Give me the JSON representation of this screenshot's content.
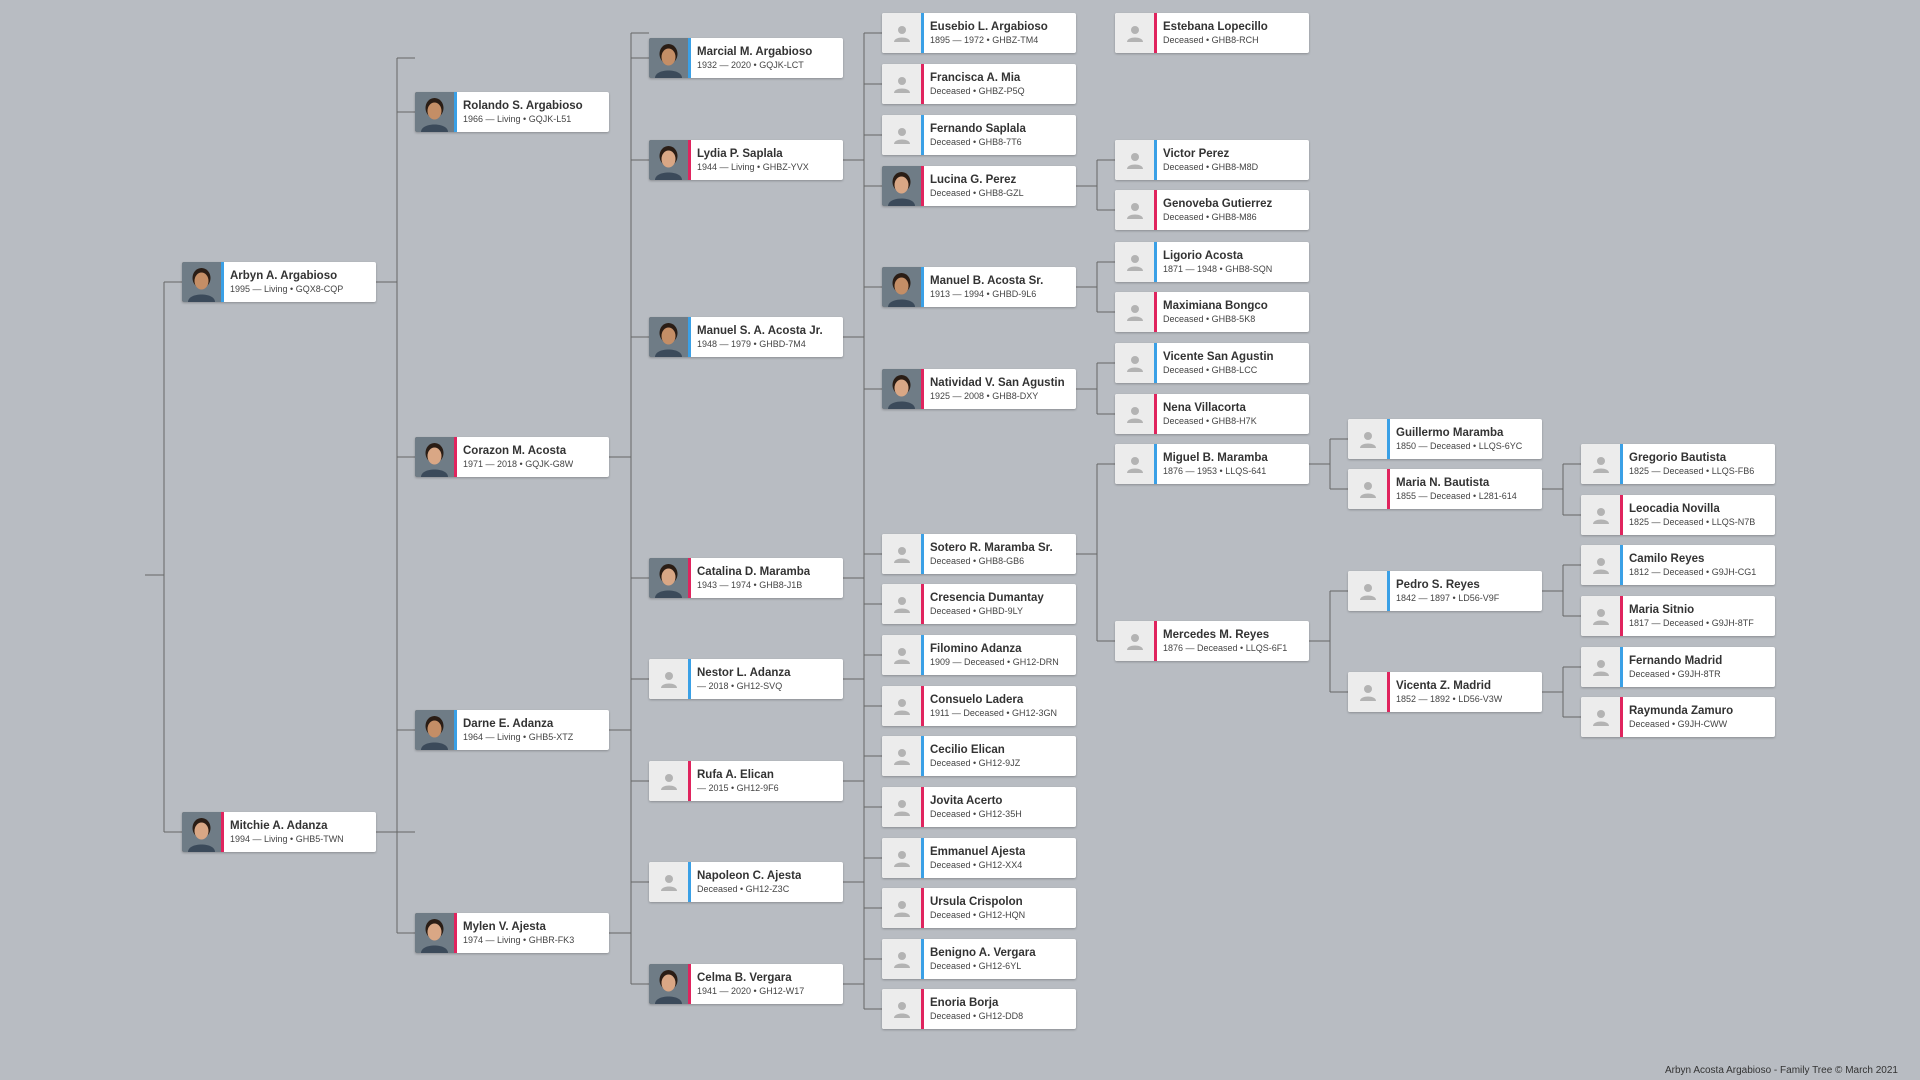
{
  "footer": "Arbyn Acosta Argabioso - Family Tree © March 2021",
  "colors": {
    "male": "#3aa0e6",
    "female": "#e0245e",
    "background": "#b8bcc2"
  },
  "people": [
    {
      "id": "p1",
      "name": "Arbyn A. Argabioso",
      "dates": "1995 — Living • GQX8-CQP",
      "sex": "male",
      "photo": true
    },
    {
      "id": "p2",
      "name": "Rolando S. Argabioso",
      "dates": "1966 — Living • GQJK-L51",
      "sex": "male",
      "photo": true
    },
    {
      "id": "p3",
      "name": "Mitchie A. Adanza",
      "dates": "1994 — Living • GHB5-TWN",
      "sex": "female",
      "photo": true
    },
    {
      "id": "p4",
      "name": "Corazon M. Acosta",
      "dates": "1971 — 2018 • GQJK-G8W",
      "sex": "female",
      "photo": true
    },
    {
      "id": "p5",
      "name": "Darne E. Adanza",
      "dates": "1964 — Living • GHB5-XTZ",
      "sex": "male",
      "photo": true
    },
    {
      "id": "p6",
      "name": "Mylen V. Ajesta",
      "dates": "1974 — Living • GHBR-FK3",
      "sex": "female",
      "photo": true
    },
    {
      "id": "p7",
      "name": "Marcial M. Argabioso",
      "dates": "1932 — 2020 • GQJK-LCT",
      "sex": "male",
      "photo": true
    },
    {
      "id": "p8",
      "name": "Lydia P. Saplala",
      "dates": "1944 — Living • GHBZ-YVX",
      "sex": "female",
      "photo": true
    },
    {
      "id": "p9",
      "name": "Manuel S. A. Acosta Jr.",
      "dates": "1948 — 1979 • GHBD-7M4",
      "sex": "male",
      "photo": true
    },
    {
      "id": "p10",
      "name": "Catalina D. Maramba",
      "dates": "1943 — 1974 • GHB8-J1B",
      "sex": "female",
      "photo": true
    },
    {
      "id": "p11",
      "name": "Nestor L. Adanza",
      "dates": "— 2018 • GH12-SVQ",
      "sex": "male",
      "photo": false
    },
    {
      "id": "p12",
      "name": "Rufa A. Elican",
      "dates": "— 2015 • GH12-9F6",
      "sex": "female",
      "photo": false
    },
    {
      "id": "p13",
      "name": "Napoleon C. Ajesta",
      "dates": "Deceased • GH12-Z3C",
      "sex": "male",
      "photo": false
    },
    {
      "id": "p14",
      "name": "Celma B. Vergara",
      "dates": "1941 — 2020 • GH12-W17",
      "sex": "female",
      "photo": true
    },
    {
      "id": "p15",
      "name": "Eusebio L. Argabioso",
      "dates": "1895 — 1972 • GHBZ-TM4",
      "sex": "male",
      "photo": false
    },
    {
      "id": "p16",
      "name": "Francisca A. Mia",
      "dates": "Deceased • GHBZ-P5Q",
      "sex": "female",
      "photo": false
    },
    {
      "id": "p17",
      "name": "Fernando Saplala",
      "dates": "Deceased • GHB8-7T6",
      "sex": "male",
      "photo": false
    },
    {
      "id": "p18",
      "name": "Lucina G. Perez",
      "dates": "Deceased • GHB8-GZL",
      "sex": "female",
      "photo": true
    },
    {
      "id": "p19",
      "name": "Manuel B. Acosta Sr.",
      "dates": "1913 — 1994 • GHBD-9L6",
      "sex": "male",
      "photo": true
    },
    {
      "id": "p20",
      "name": "Natividad V. San Agustin",
      "dates": "1925 — 2008 • GHB8-DXY",
      "sex": "female",
      "photo": true
    },
    {
      "id": "p21",
      "name": "Sotero R. Maramba Sr.",
      "dates": "Deceased • GHB8-GB6",
      "sex": "male",
      "photo": false
    },
    {
      "id": "p22",
      "name": "Cresencia Dumantay",
      "dates": "Deceased • GHBD-9LY",
      "sex": "female",
      "photo": false
    },
    {
      "id": "p23",
      "name": "Filomino Adanza",
      "dates": "1909 — Deceased • GH12-DRN",
      "sex": "male",
      "photo": false
    },
    {
      "id": "p24",
      "name": "Consuelo Ladera",
      "dates": "1911 — Deceased • GH12-3GN",
      "sex": "female",
      "photo": false
    },
    {
      "id": "p25",
      "name": "Cecilio Elican",
      "dates": "Deceased • GH12-9JZ",
      "sex": "male",
      "photo": false
    },
    {
      "id": "p26",
      "name": "Jovita Acerto",
      "dates": "Deceased • GH12-35H",
      "sex": "female",
      "photo": false
    },
    {
      "id": "p27",
      "name": "Emmanuel Ajesta",
      "dates": "Deceased • GH12-XX4",
      "sex": "male",
      "photo": false
    },
    {
      "id": "p28",
      "name": "Ursula Crispolon",
      "dates": "Deceased • GH12-HQN",
      "sex": "female",
      "photo": false
    },
    {
      "id": "p29",
      "name": "Benigno A. Vergara",
      "dates": "Deceased • GH12-6YL",
      "sex": "male",
      "photo": false
    },
    {
      "id": "p30",
      "name": "Enoria Borja",
      "dates": "Deceased • GH12-DD8",
      "sex": "female",
      "photo": false
    },
    {
      "id": "p31",
      "name": "Estebana Lopecillo",
      "dates": "Deceased • GHB8-RCH",
      "sex": "female",
      "photo": false
    },
    {
      "id": "p36",
      "name": "Victor Perez",
      "dates": "Deceased • GHB8-M8D",
      "sex": "male",
      "photo": false
    },
    {
      "id": "p37",
      "name": "Genoveba Gutierrez",
      "dates": "Deceased • GHB8-M86",
      "sex": "female",
      "photo": false
    },
    {
      "id": "p38",
      "name": "Ligorio Acosta",
      "dates": "1871 — 1948 • GHB8-SQN",
      "sex": "male",
      "photo": false
    },
    {
      "id": "p39",
      "name": "Maximiana Bongco",
      "dates": "Deceased • GHB8-5K8",
      "sex": "female",
      "photo": false
    },
    {
      "id": "p40",
      "name": "Vicente San Agustin",
      "dates": "Deceased • GHB8-LCC",
      "sex": "male",
      "photo": false
    },
    {
      "id": "p41",
      "name": "Nena Villacorta",
      "dates": "Deceased • GHB8-H7K",
      "sex": "female",
      "photo": false
    },
    {
      "id": "p42",
      "name": "Miguel B. Maramba",
      "dates": "1876 — 1953 • LLQS-641",
      "sex": "male",
      "photo": false
    },
    {
      "id": "p43",
      "name": "Mercedes M. Reyes",
      "dates": "1876 — Deceased • LLQS-6F1",
      "sex": "female",
      "photo": false
    },
    {
      "id": "p84",
      "name": "Guillermo Maramba",
      "dates": "1850 — Deceased • LLQS-6YC",
      "sex": "male",
      "photo": false
    },
    {
      "id": "p85",
      "name": "Maria N. Bautista",
      "dates": "1855 — Deceased • L281-614",
      "sex": "female",
      "photo": false
    },
    {
      "id": "p86",
      "name": "Pedro S. Reyes",
      "dates": "1842 — 1897 • LD56-V9F",
      "sex": "male",
      "photo": false
    },
    {
      "id": "p87",
      "name": "Vicenta Z. Madrid",
      "dates": "1852 — 1892 • LD56-V3W",
      "sex": "female",
      "photo": false
    },
    {
      "id": "p170",
      "name": "Gregorio Bautista",
      "dates": "1825 — Deceased • LLQS-FB6",
      "sex": "male",
      "photo": false
    },
    {
      "id": "p171",
      "name": "Leocadia Novilla",
      "dates": "1825 — Deceased • LLQS-N7B",
      "sex": "female",
      "photo": false
    },
    {
      "id": "p172",
      "name": "Camilo Reyes",
      "dates": "1812 — Deceased • G9JH-CG1",
      "sex": "male",
      "photo": false
    },
    {
      "id": "p173",
      "name": "Maria Sitnio",
      "dates": "1817 — Deceased • G9JH-8TF",
      "sex": "female",
      "photo": false
    },
    {
      "id": "p174",
      "name": "Fernando Madrid",
      "dates": "Deceased • G9JH-8TR",
      "sex": "male",
      "photo": false
    },
    {
      "id": "p175",
      "name": "Raymunda Zamuro",
      "dates": "Deceased • G9JH-CWW",
      "sex": "female",
      "photo": false
    }
  ]
}
